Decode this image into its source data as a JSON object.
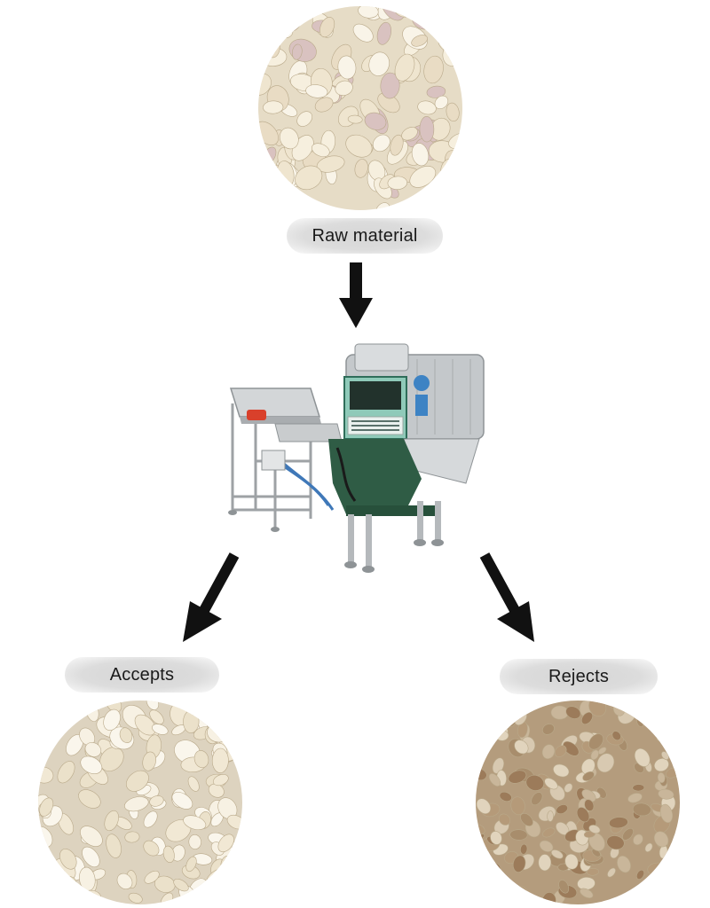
{
  "labels": {
    "raw": "Raw material",
    "accepts": "Accepts",
    "rejects": "Rejects"
  },
  "colors": {
    "garlic_clean": "#f3ead6",
    "garlic_shadow": "#cbb996",
    "reject_brown": "#a88d6c",
    "machine_steel": "#bfc3c6",
    "machine_green": "#2f5c45",
    "panel_teal": "#3ea88f",
    "arrow": "#111111"
  },
  "icons": {
    "arrow_down": "arrow-down-icon",
    "arrow_left": "arrow-down-left-icon",
    "arrow_right": "arrow-down-right-icon"
  }
}
